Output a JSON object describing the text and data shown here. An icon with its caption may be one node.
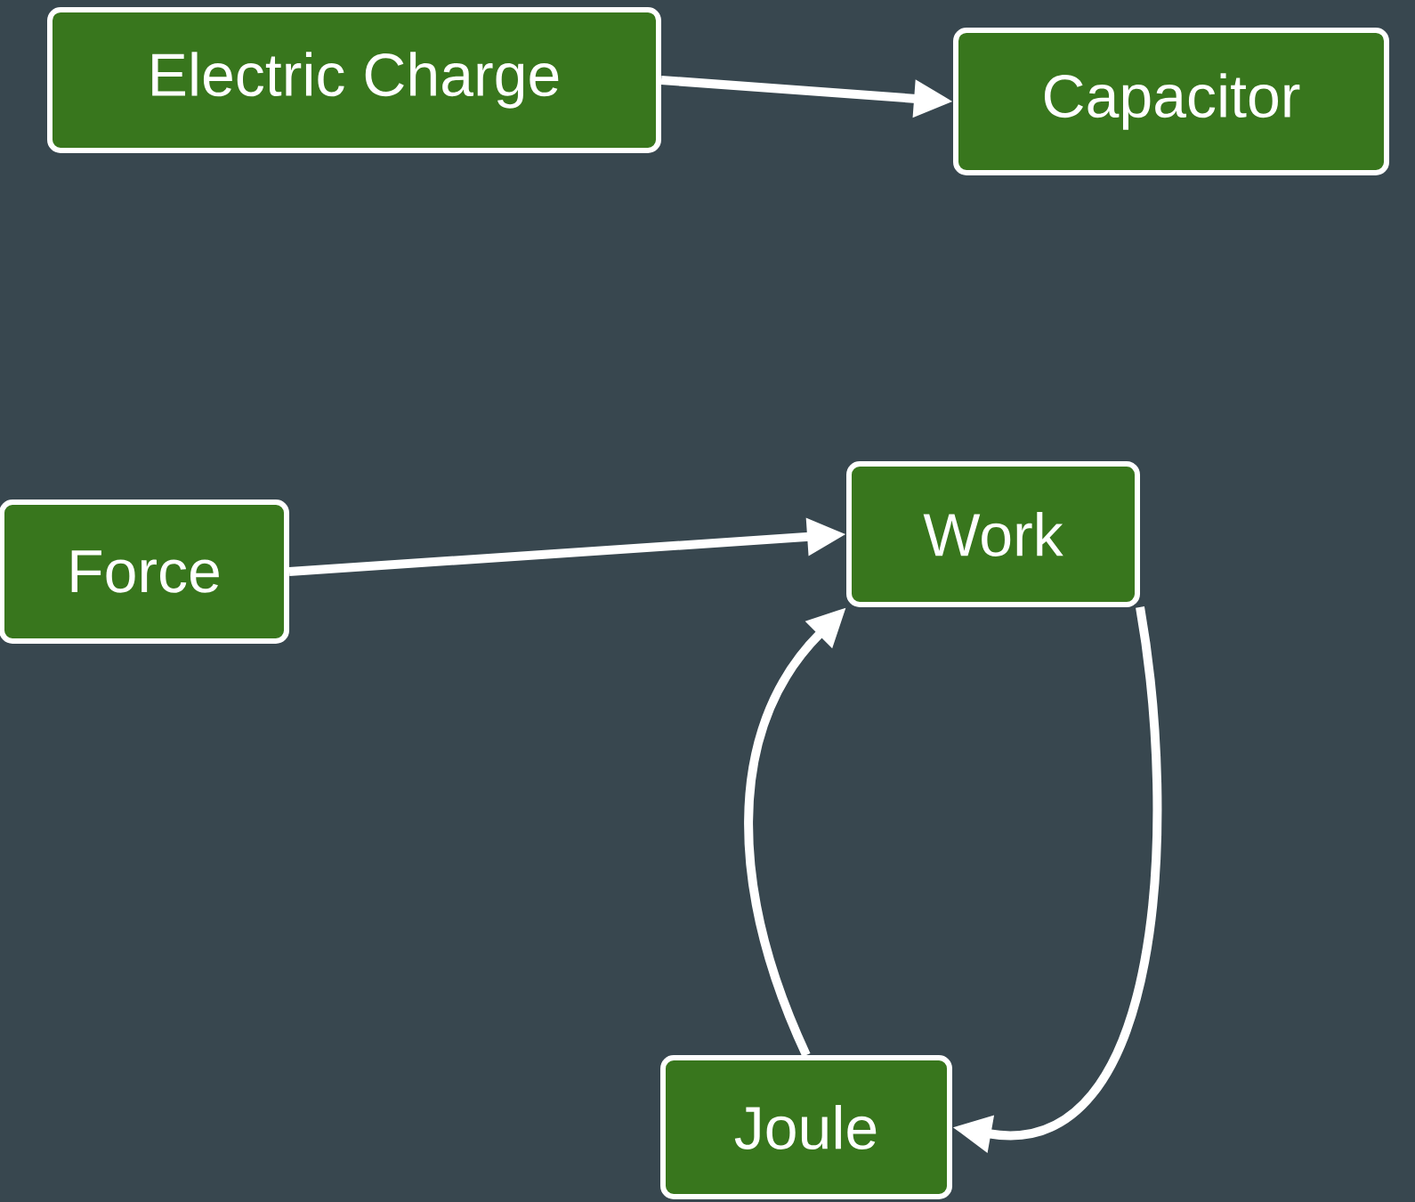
{
  "diagram": {
    "nodes": [
      {
        "text": [
          "Electric Charge"
        ]
      },
      {
        "text": [
          "Capacitor"
        ]
      },
      {
        "text": [
          "Force"
        ]
      },
      {
        "text": [
          "Work"
        ]
      },
      {
        "text": [
          "Joule"
        ]
      }
    ],
    "edges": [
      {
        "from": 0,
        "to": 1,
        "arrow": "to"
      },
      {
        "from": 2,
        "to": 3,
        "arrow": "to"
      },
      {
        "from": 4,
        "to": 3,
        "arrow": "to"
      },
      {
        "from": 3,
        "to": 4,
        "arrow": "to"
      }
    ]
  }
}
